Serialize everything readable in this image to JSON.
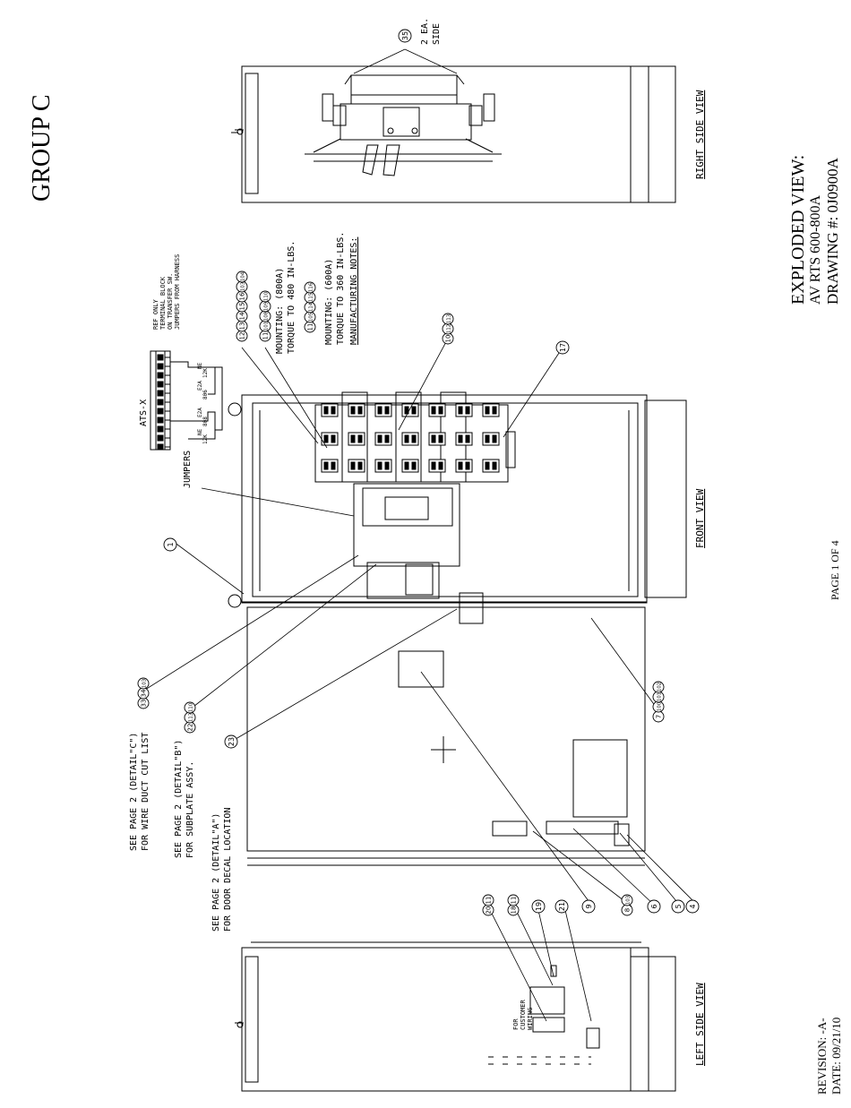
{
  "group_label": "GROUP C",
  "title_block": {
    "title": "EXPLODED VIEW:",
    "model": "AV RTS 600-800A",
    "drawing_number": "DRAWING #: 0J0900A"
  },
  "revision": "REVISION: -A-",
  "date": "DATE: 09/21/10",
  "page": "PAGE 1 OF 4",
  "views": {
    "right": "RIGHT SIDE VIEW",
    "front": "FRONT VIEW",
    "left": "LEFT SIDE VIEW"
  },
  "notes": {
    "detail_c_1": "SEE PAGE 2 (DETAIL\"C\")",
    "detail_c_2": "FOR WIRE DUCT CUT LIST",
    "detail_b_1": "SEE PAGE 2 (DETAIL\"B\")",
    "detail_b_2": "FOR SUBPLATE ASSY.",
    "detail_a_1": "SEE PAGE 2 (DETAIL\"A\")",
    "detail_a_2": "FOR DOOR DECAL LOCATION",
    "mfg_heading": "MANUFACTURING NOTES:",
    "mfg_600_1": "MOUNTING: (600A)",
    "mfg_600_2": "TORQUE TO 360 IN-LBS.",
    "mfg_800_1": "MOUNTING: (800A)",
    "mfg_800_2": "TORQUE TO 480 IN-LBS.",
    "jumpers": "JUMPERS",
    "ats_x": "ATS-X",
    "ref_1": "REF ONLY",
    "ref_2": "TERMINAL BLOCK",
    "ref_3": "ON TRANSFER SW.",
    "ref_4": "JUMPERS FROM HARNESS",
    "customer_1": "FOR",
    "customer_2": "CUSTOMER",
    "customer_3": "WIRING",
    "each_side_1": "2 EA.",
    "each_side_2": "SIDE"
  },
  "terminal_labels": [
    "NE",
    "12K",
    "E2A",
    "806",
    "E2A",
    "808",
    "NE",
    "12K"
  ],
  "balloons": {
    "b35": "35",
    "b1": "1",
    "b17": "17",
    "b23": "23",
    "b9": "9",
    "b6": "6",
    "b5": "5",
    "b4": "4",
    "b19": "19",
    "b21": "21",
    "row_12": [
      "12",
      "13",
      "14",
      "15",
      "16",
      "103",
      "104"
    ],
    "row_11": [
      "11",
      "101",
      "108",
      "109",
      "110"
    ],
    "row_11b": [
      "11",
      "105",
      "114",
      "115",
      "116"
    ],
    "row_10": [
      "10",
      "112",
      "113"
    ],
    "row_7": [
      "7",
      "100",
      "101",
      "102"
    ],
    "row_33": [
      "33",
      "34",
      "103"
    ],
    "row_22": [
      "22",
      "113",
      "110"
    ],
    "row_8": [
      "8",
      "103"
    ],
    "row_20": [
      "20",
      "11"
    ],
    "row_18": [
      "18",
      "11"
    ]
  }
}
